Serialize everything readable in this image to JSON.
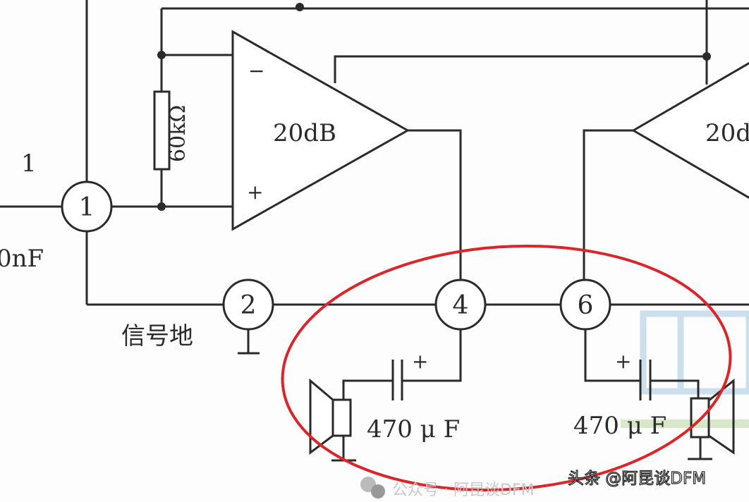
{
  "labels": {
    "input_index": "1",
    "input_cap": "0nF",
    "resistor": "60kΩ",
    "amp_left_gain": "20dB",
    "amp_right_gain": "20d",
    "minus": "−",
    "plus": "+",
    "signal_ground": "信号地",
    "cap_left": "470 μ F",
    "cap_right": "470 μ F",
    "cap_plus_left": "+",
    "cap_plus_right": "+"
  },
  "nodes": [
    "1",
    "2",
    "4",
    "6"
  ],
  "watermark": {
    "wechat": "公众号 · 阿昆谈DFM",
    "toutiao": "头条 @阿昆谈DFM"
  },
  "colors": {
    "wire": "#2a2a2a",
    "highlight": "#d9262a"
  }
}
